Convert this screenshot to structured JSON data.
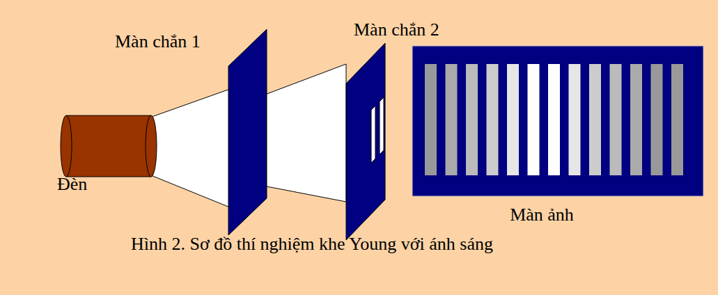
{
  "diagram": {
    "caption": "Hình 2. Sơ đồ thí nghiệm khe Young với ánh sáng",
    "labels": [
      "Màn chắn 1",
      "Màn chắn 2",
      "Đèn",
      "Màn ảnh"
    ]
  }
}
